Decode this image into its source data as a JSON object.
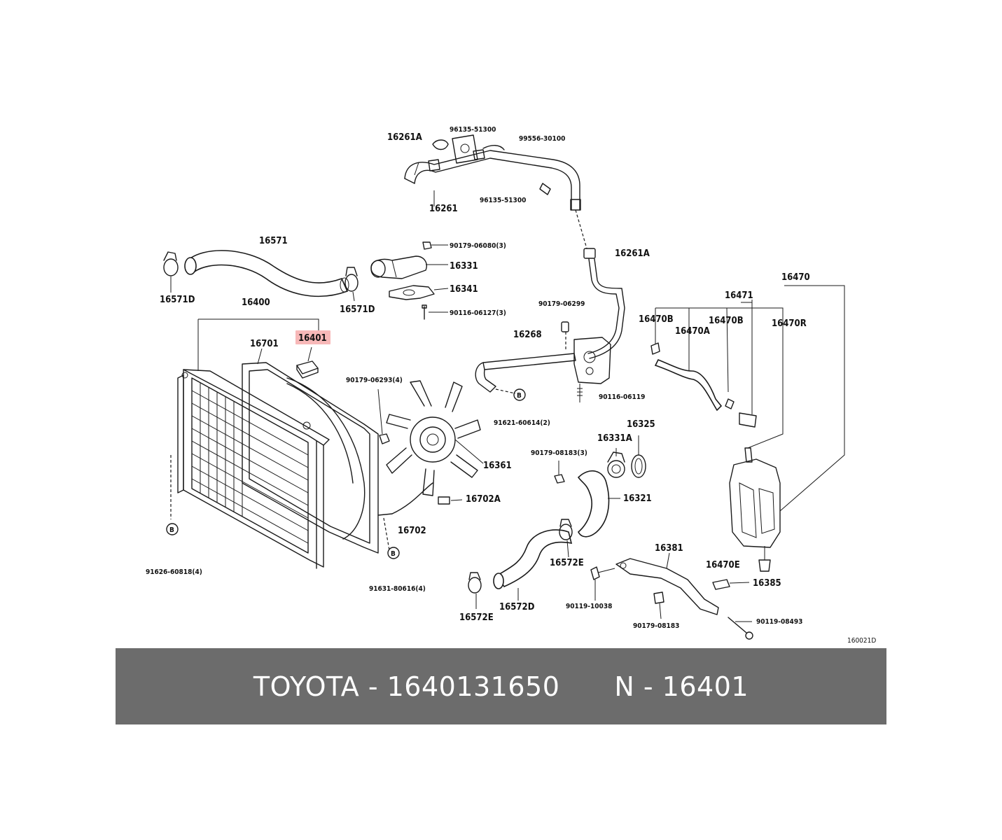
{
  "highlight": {
    "part_number": "16401",
    "color": "#f4a0a0"
  },
  "labels": {
    "p16261A_top": "16261A",
    "p96135_51300_a": "96135-51300",
    "p99556_30100": "99556-30100",
    "p16261": "16261",
    "p96135_51300_b": "96135-51300",
    "p16261A_mid": "16261A",
    "p16571": "16571",
    "p16571D_left": "16571D",
    "p16571D_right": "16571D",
    "p90179_06080": "90179-06080(3)",
    "p16331": "16331",
    "p16341": "16341",
    "p90116_06127": "90116-06127(3)",
    "p16400": "16400",
    "p16401": "16401",
    "p16701": "16701",
    "p90179_06299": "90179-06299",
    "p16268": "16268",
    "p90179_06293": "90179-06293(4)",
    "p90116_06119": "90116-06119",
    "p91621_60614": "91621-60614(2)",
    "pB1": "B",
    "p16470": "16470",
    "p16471": "16471",
    "p16470B_a": "16470B",
    "p16470A": "16470A",
    "p16470B_b": "16470B",
    "p16470R": "16470R",
    "p16325": "16325",
    "p16331A": "16331A",
    "p90179_08183_3": "90179-08183(3)",
    "p16361": "16361",
    "p16702A": "16702A",
    "p16321": "16321",
    "p16702": "16702",
    "pB2": "B",
    "p91626_60818": "91626-60818(4)",
    "pB3": "B",
    "p91631_80616": "91631-80616(4)",
    "p16572E_a": "16572E",
    "p16381": "16381",
    "p16470E": "16470E",
    "p16385": "16385",
    "p16572D": "16572D",
    "p16572E_b": "16572E",
    "p90119_10038": "90119-10038",
    "p90179_08183": "90179-08183",
    "p90119_08493": "90119-08493",
    "diagram_code": "160021D"
  },
  "banner": {
    "left_text": "TOYOTA - 1640131650",
    "right_text": "N - 16401",
    "background": "#6c6c6c",
    "text_color": "#ffffff"
  }
}
